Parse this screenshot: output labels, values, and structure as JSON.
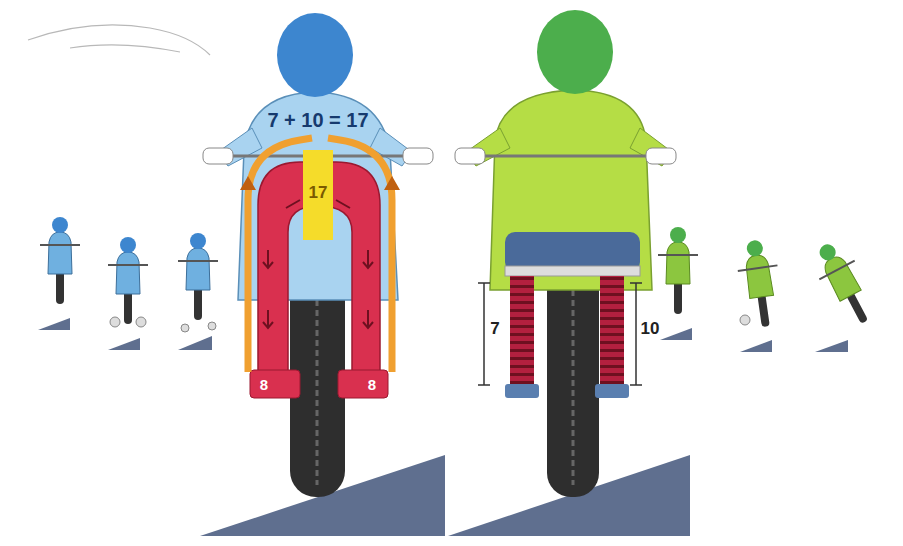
{
  "diagram": {
    "labels": [
      "7 + 10 = 17",
      "17",
      "8",
      "8",
      "7",
      "10"
    ]
  }
}
